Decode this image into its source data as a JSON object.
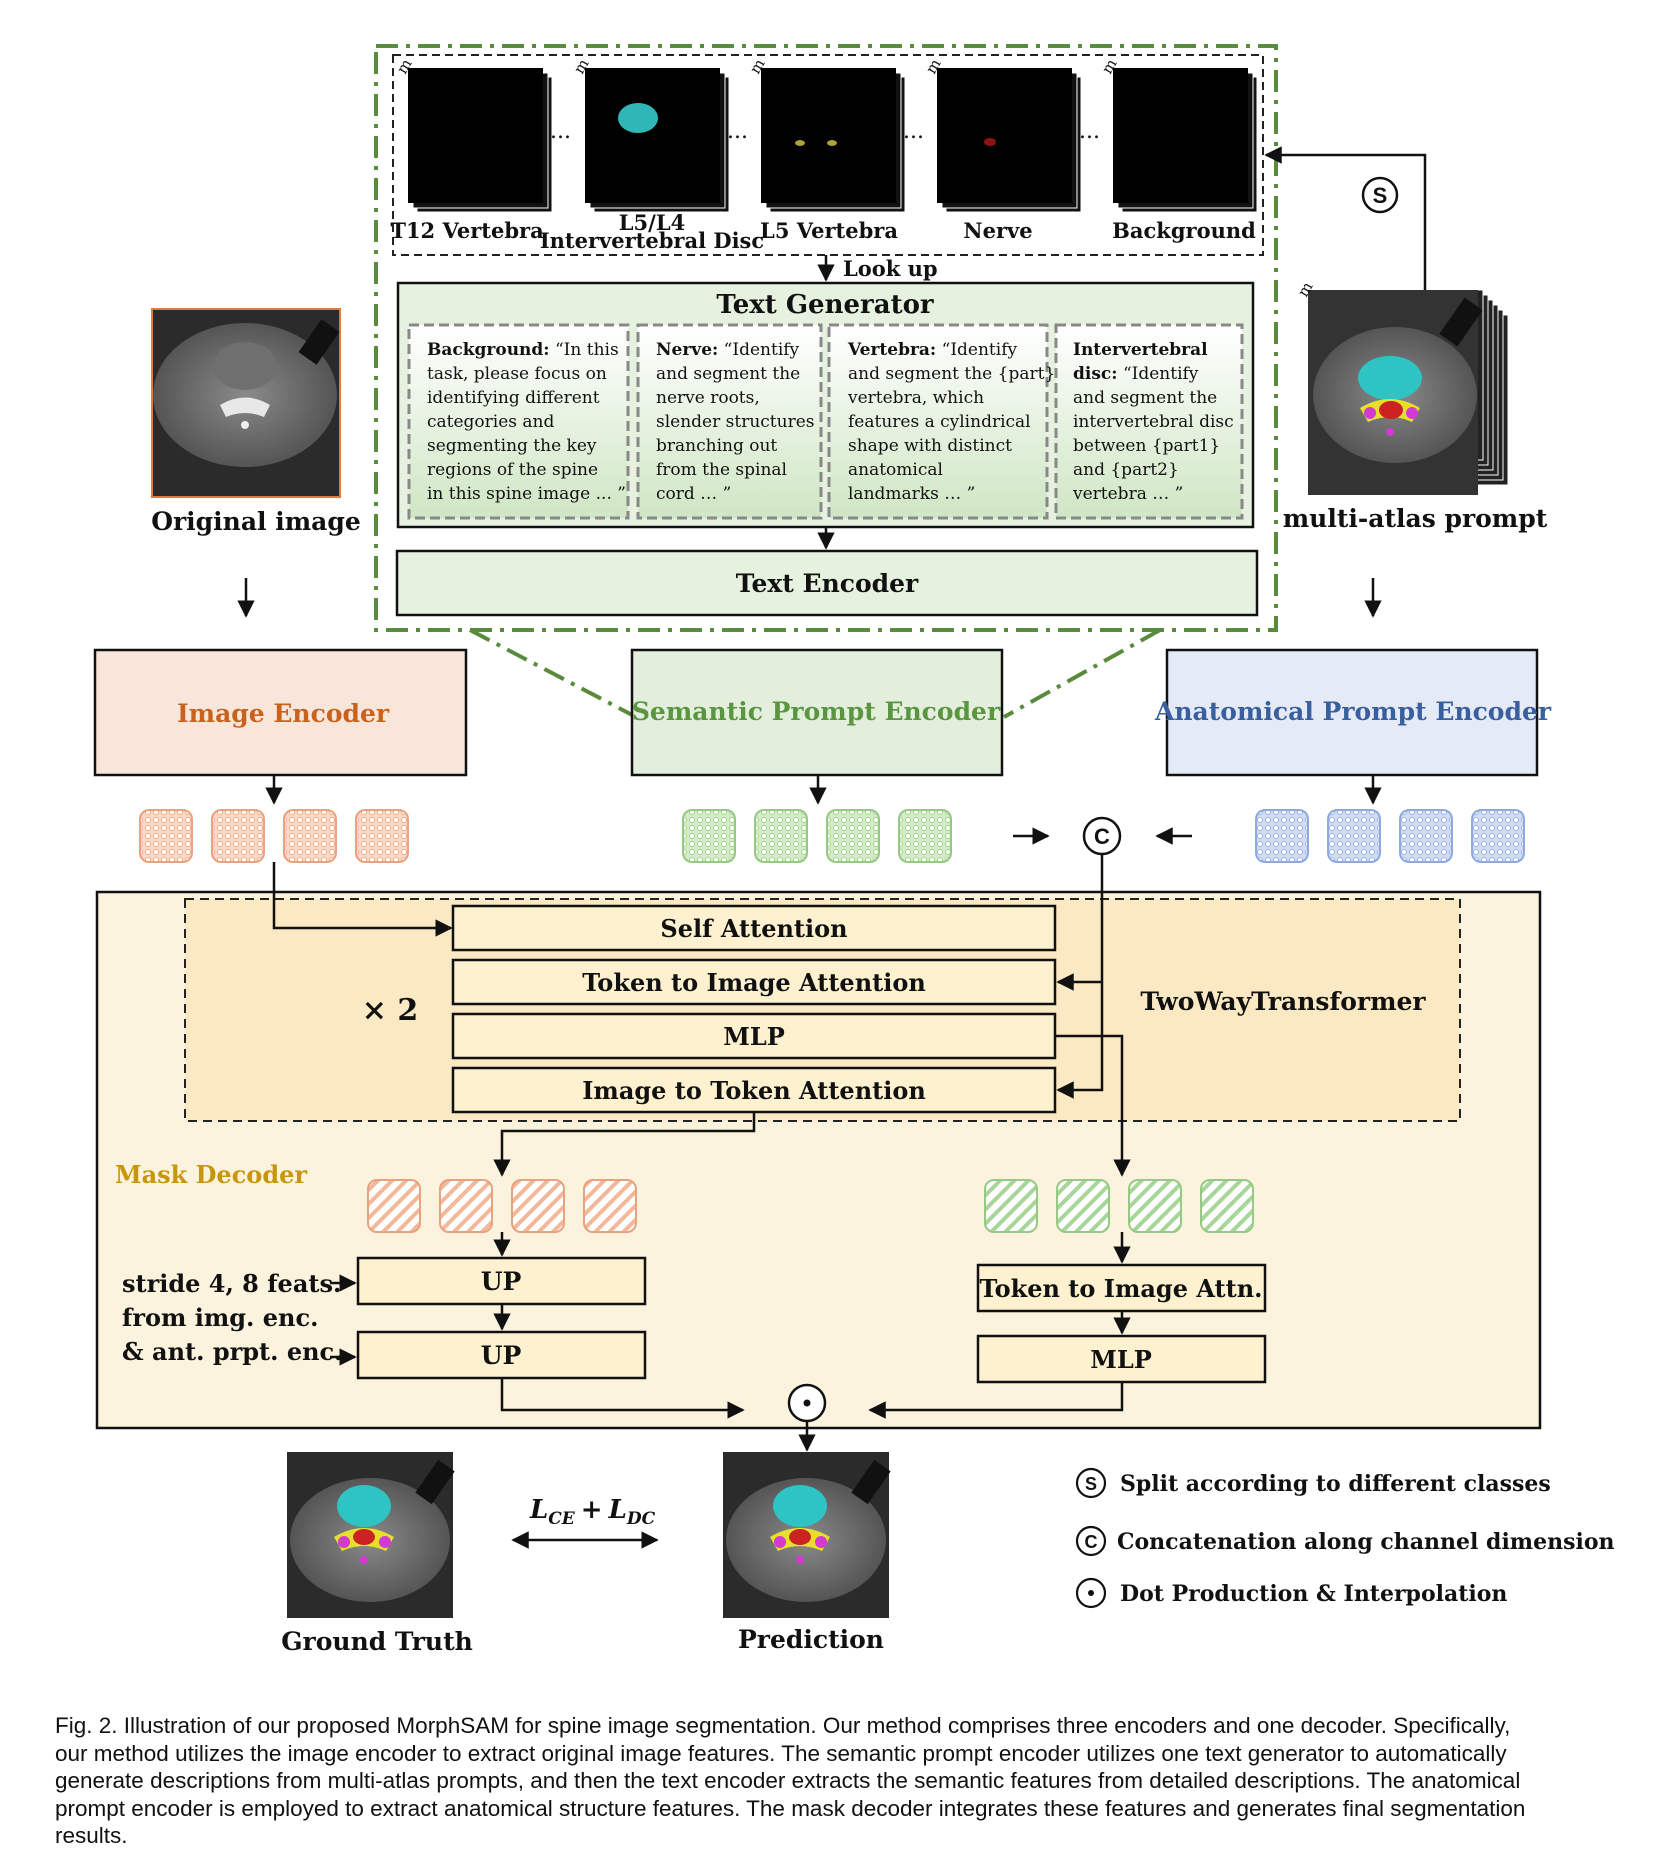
{
  "atlas": {
    "marker": "m",
    "labels": [
      "T12 Vertebra",
      "L5/L4",
      "Intervertebral Disc",
      "L5 Vertebra",
      "Nerve",
      "Background"
    ],
    "ellipsis": "..."
  },
  "lookup_label": "Look up",
  "text_generator": {
    "title": "Text Generator",
    "cards": [
      {
        "key": "Background:",
        "lines": [
          "Background: “In this",
          "task, please focus on",
          "identifying different",
          "categories and",
          "segmenting the key",
          "regions of the spine",
          "in this spine image ... ”"
        ]
      },
      {
        "key": "Nerve:",
        "lines": [
          "Nerve: “Identify",
          "and segment the",
          "nerve roots,",
          "slender structures",
          "branching out",
          "from the spinal",
          "cord … ”"
        ]
      },
      {
        "key": "Vertebra:",
        "lines": [
          "Vertebra: “Identify",
          "and segment the {part}",
          "vertebra, which",
          "features a cylindrical",
          "shape with distinct",
          "anatomical",
          "landmarks … ”"
        ]
      },
      {
        "key": "Intervertebral disc:",
        "lines": [
          "Intervertebral",
          "disc:  “Identify",
          "and segment the",
          "intervertebral disc",
          "between {part1}",
          "and {part2}",
          "vertebra … ”"
        ]
      }
    ]
  },
  "text_encoder": "Text Encoder",
  "original_image_label": "Original image",
  "multi_atlas_label": "multi-atlas prompt",
  "split_symbol": "S",
  "concat_symbol": "C",
  "encoders": {
    "image": "Image Encoder",
    "semantic": "Semantic Prompt Encoder",
    "anatomical": "Anatomical Prompt Encoder"
  },
  "transformer": {
    "repeat": "× 2",
    "name": "TwoWayTransformer",
    "layers": [
      "Self Attention",
      "Token to Image Attention",
      "MLP",
      "Image to Token Attention"
    ]
  },
  "mask_decoder": {
    "title": "Mask Decoder",
    "up1": "UP",
    "up2": "UP",
    "side_notes": [
      "stride 4, 8 feats.",
      "from img. enc.",
      "& ant. prpt. enc."
    ],
    "token_attn": "Token to Image Attn.",
    "mlp": "MLP"
  },
  "loss": "L_CE + L_DC",
  "loss_parts": {
    "l1": "L",
    "s1": "CE",
    "plus": "+",
    "l2": "L",
    "s2": "DC"
  },
  "ground_truth": "Ground Truth",
  "prediction": "Prediction",
  "legend": [
    {
      "symbol": "S",
      "text": "Split according to different classes"
    },
    {
      "symbol": "C",
      "text": "Concatenation along channel dimension"
    },
    {
      "symbol": "⊙",
      "text": "Dot Production & Interpolation"
    }
  ],
  "colors": {
    "green_border": "#5a8a3c",
    "orange": "#c8621e",
    "green_text": "#5a9640",
    "blue_text": "#3a5f9f",
    "mask_decoder_title": "#c8960a",
    "image_enc_fill": "#f8e6da",
    "semantic_fill": "#e3efdc",
    "anatomical_fill": "#e4ebf6",
    "decoder_fill": "#fcf3de",
    "transformer_fill": "#fbe9c4"
  },
  "caption": [
    "Fig. 2. Illustration of our proposed MorphSAM for spine image segmentation. Our method comprises three encoders and one decoder. Specifically,",
    "our method utilizes the image encoder to extract original image features. The semantic prompt encoder utilizes one text generator to automatically",
    "generate descriptions from multi-atlas prompts, and then the text encoder extracts the semantic features from detailed descriptions. The anatomical",
    "prompt encoder is employed to extract anatomical structure features. The mask decoder integrates these features and generates final segmentation",
    "results."
  ]
}
